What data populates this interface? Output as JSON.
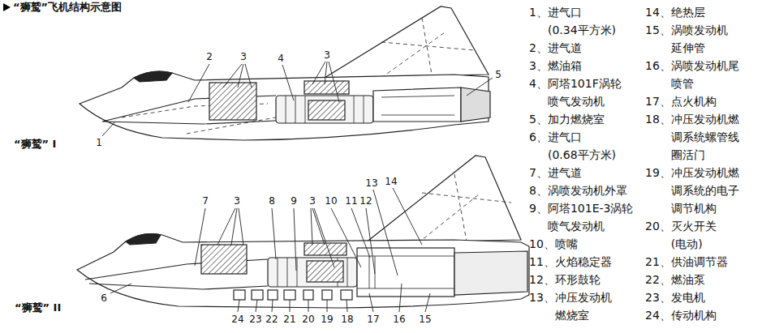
{
  "diagram": {
    "title": "“狮鹫”飞机结构示意图",
    "labels": [
      "“狮鹫” I",
      "1",
      "2",
      "3",
      "4",
      "3",
      "5",
      "“狮鹫” II",
      "7",
      "3",
      "8",
      "9",
      "3",
      "10",
      "11",
      "12",
      "13",
      "14",
      "6",
      "24",
      "23",
      "22",
      "21",
      "20",
      "19",
      "18",
      "17",
      "16",
      "15",
      "1、进气口 (0.34平方米)",
      "2、进气道",
      "3、燃油箱",
      "4、阿塔101F涡轮 喷气发动机",
      "5、加力燃烧室",
      "6、进气口 (0.68平方米)",
      "7、进气道",
      "8、涡喷发动机外罩",
      "9、阿塔101E-3涡轮 喷气发动机",
      "10、喷嘴",
      "11、火焰稳定器",
      "12、环形鼓轮",
      "13、冲压发动机 燃烧室",
      "14、绝热层",
      "15、涡喷发动机 延伸管",
      "16、涡喷发动机尾 喷管",
      "17、点火机构",
      "18、冲压发动机燃 调系统螺管线 圈活门",
      "19、冲压发动机燃 调系统的电子 调节机构",
      "20、灭火开关 (电动)",
      "21、供油调节器",
      "22、燃油泵",
      "23、发电机",
      "24、传动机构"
    ]
  }
}
